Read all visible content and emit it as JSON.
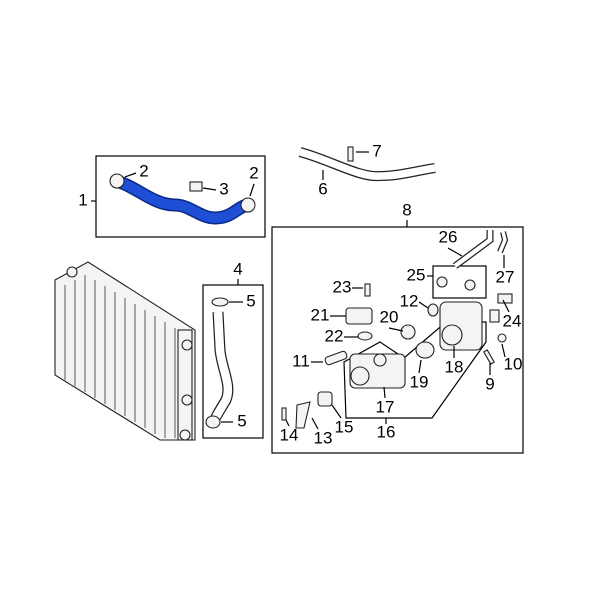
{
  "diagram": {
    "title": "Radiator hose and water outlet parts diagram",
    "accent_color": "#1f4fd6",
    "callouts": {
      "c1": "1",
      "c2a": "2",
      "c2b": "2",
      "c3": "3",
      "c4": "4",
      "c5a": "5",
      "c5b": "5",
      "c6": "6",
      "c7": "7",
      "c8": "8",
      "c9": "9",
      "c10": "10",
      "c11": "11",
      "c12": "12",
      "c13": "13",
      "c14": "14",
      "c15": "15",
      "c16": "16",
      "c17": "17",
      "c18": "18",
      "c19": "19",
      "c20": "20",
      "c21": "21",
      "c22": "22",
      "c23": "23",
      "c24": "24",
      "c25": "25",
      "c26": "26",
      "c27": "27"
    }
  }
}
